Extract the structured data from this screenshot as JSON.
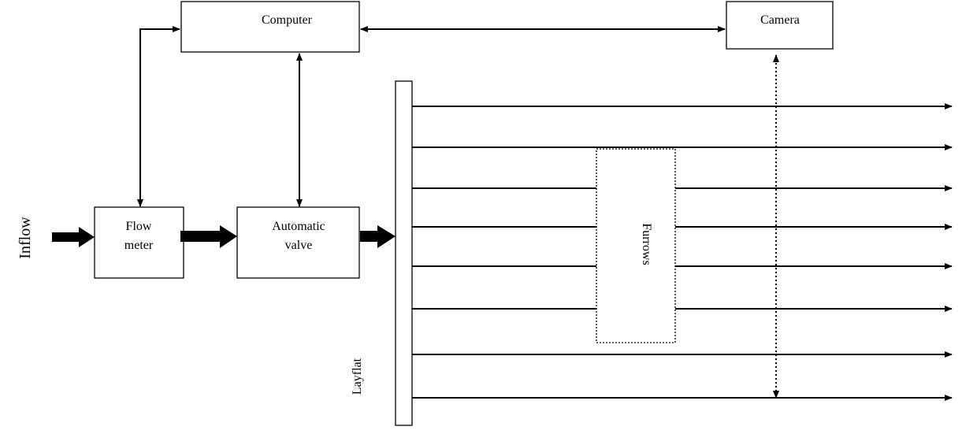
{
  "nodes": {
    "computer": {
      "label": "Computer"
    },
    "camera": {
      "label": "Camera"
    },
    "flow_meter": {
      "line1": "Flow",
      "line2": "meter"
    },
    "automatic_valve": {
      "line1": "Automatic",
      "line2": "valve"
    },
    "furrows": {
      "label": "Furrows"
    },
    "layflat": {
      "label": "Layflat"
    },
    "inflow": {
      "label": "Inflow"
    }
  }
}
